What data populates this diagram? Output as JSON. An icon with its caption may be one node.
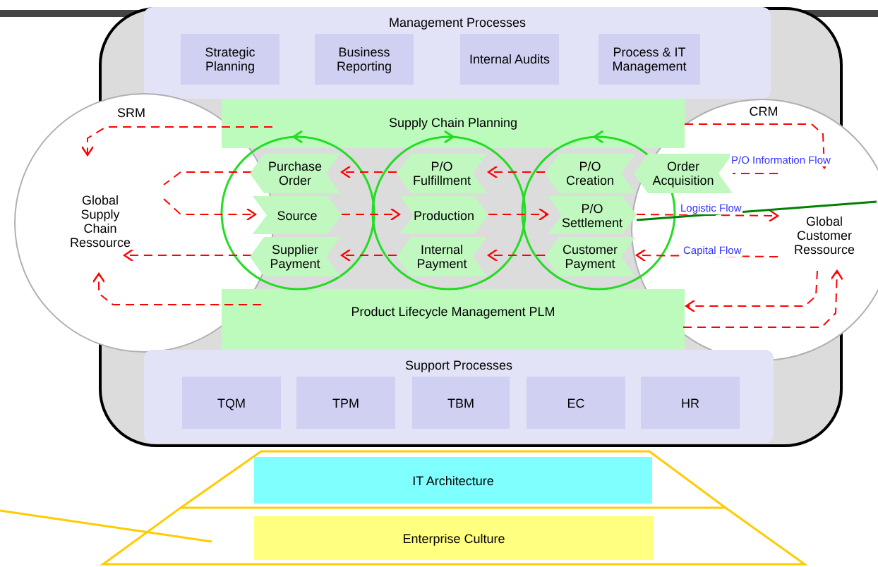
{
  "diagram": {
    "nodes": [
      {
        "text": [
          "Management Processes"
        ]
      },
      {
        "text": [
          "Strategic Planning"
        ],
        "in": 0
      },
      {
        "text": [
          "Business Reporting"
        ],
        "in": 0
      },
      {
        "text": [
          "Internal Audits"
        ],
        "in": 0
      },
      {
        "text": [
          "Process & IT Management"
        ],
        "in": 0
      },
      {
        "text": [
          "SRM",
          "Global Supply Chain Ressource"
        ]
      },
      {
        "text": [
          "CRM"
        ]
      },
      {
        "text": [
          "Supply Chain Planning"
        ]
      },
      {
        "text": [
          "Product Lifecycle Management PLM"
        ]
      },
      {
        "text": [
          "Purchase Order"
        ]
      },
      {
        "text": [
          "Source"
        ]
      },
      {
        "text": [
          "Supplier Payment"
        ]
      },
      {
        "text": [
          "P/O Fulfillment"
        ]
      },
      {
        "text": [
          "Production"
        ]
      },
      {
        "text": [
          "Internal Payment"
        ]
      },
      {
        "text": [
          "P/O Creation"
        ]
      },
      {
        "text": [
          "P/O Settlement"
        ]
      },
      {
        "text": [
          "Customer Payment"
        ]
      },
      {
        "text": [
          "Order Acquisition"
        ],
        "in": 6
      },
      {
        "text": [
          "Support Processes"
        ]
      },
      {
        "text": [
          "TQM"
        ],
        "in": 19
      },
      {
        "text": [
          "TPM"
        ],
        "in": 19
      },
      {
        "text": [
          "TBM"
        ],
        "in": 19
      },
      {
        "text": [
          "EC"
        ],
        "in": 19
      },
      {
        "text": [
          "HR"
        ],
        "in": 19
      },
      {
        "text": [
          "IT Architecture"
        ]
      },
      {
        "text": [
          "Enterprise Culture"
        ]
      },
      {
        "text": [
          "Global Customer Ressource"
        ],
        "in": 6
      }
    ],
    "edges": [
      {
        "from": 27,
        "to": 18,
        "arrow": "none",
        "style": "dashed",
        "label": "P/O Information Flow"
      },
      {
        "from": 15,
        "to": 12,
        "arrow": "to",
        "style": "dashed"
      },
      {
        "from": 12,
        "to": 9,
        "arrow": "to",
        "style": "dashed"
      },
      {
        "from": 9,
        "to": 5,
        "arrow": "none",
        "style": "dashed"
      },
      {
        "from": 5,
        "to": 10,
        "arrow": "to",
        "style": "dashed"
      },
      {
        "from": 10,
        "to": 13,
        "arrow": "to",
        "style": "dashed"
      },
      {
        "from": 13,
        "to": 16,
        "arrow": "to",
        "style": "dashed"
      },
      {
        "from": 16,
        "to": 27,
        "arrow": "to",
        "style": "dashed",
        "label": "Logistic Flow"
      },
      {
        "from": 27,
        "to": 17,
        "arrow": "to",
        "style": "dashed",
        "label": "Capital Flow"
      },
      {
        "from": 17,
        "to": 14,
        "arrow": "to",
        "style": "dashed"
      },
      {
        "from": 14,
        "to": 11,
        "arrow": "to",
        "style": "dashed"
      },
      {
        "from": 11,
        "to": 5,
        "arrow": "to",
        "style": "dashed"
      },
      {
        "from": 7,
        "to": 5,
        "arrow": "to",
        "style": "dashed"
      },
      {
        "from": 7,
        "to": 27,
        "arrow": "to",
        "style": "dashed"
      },
      {
        "from": 8,
        "to": 5,
        "arrow": "to",
        "style": "dashed"
      },
      {
        "from": 8,
        "to": 27,
        "arrow": "to",
        "style": "dashed"
      },
      {
        "from": 27,
        "to": 8,
        "arrow": "to",
        "style": "dashed"
      },
      {
        "from": 16,
        "to": 6,
        "arrow": "none",
        "color": "#008000"
      },
      {
        "from": null,
        "to": 26,
        "arrow": "none",
        "color": "#ffcc00"
      }
    ]
  }
}
